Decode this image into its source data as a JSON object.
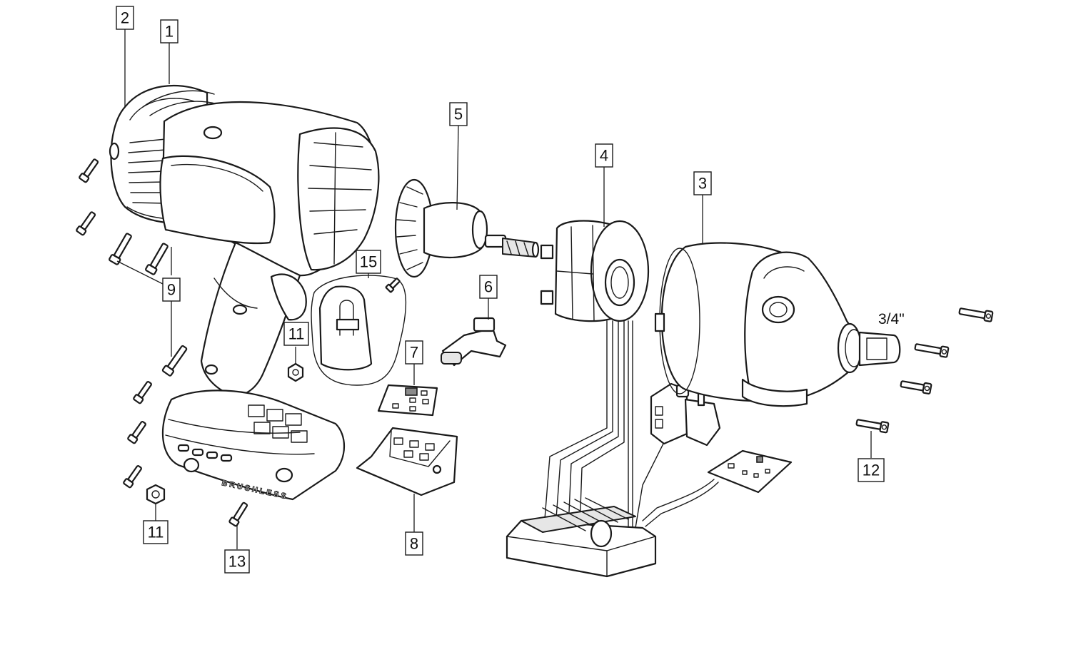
{
  "callouts": [
    {
      "id": "c1",
      "label": "1"
    },
    {
      "id": "c2",
      "label": "2"
    },
    {
      "id": "c3",
      "label": "3"
    },
    {
      "id": "c4",
      "label": "4"
    },
    {
      "id": "c5",
      "label": "5"
    },
    {
      "id": "c6",
      "label": "6"
    },
    {
      "id": "c7",
      "label": "7"
    },
    {
      "id": "c8",
      "label": "8"
    },
    {
      "id": "c9",
      "label": "9"
    },
    {
      "id": "c11a",
      "label": "11"
    },
    {
      "id": "c11b",
      "label": "11"
    },
    {
      "id": "c12",
      "label": "12"
    },
    {
      "id": "c13",
      "label": "13"
    },
    {
      "id": "c15",
      "label": "15"
    }
  ],
  "drive_size": "3/4\"",
  "housing_brand": "BRUSHLESS"
}
